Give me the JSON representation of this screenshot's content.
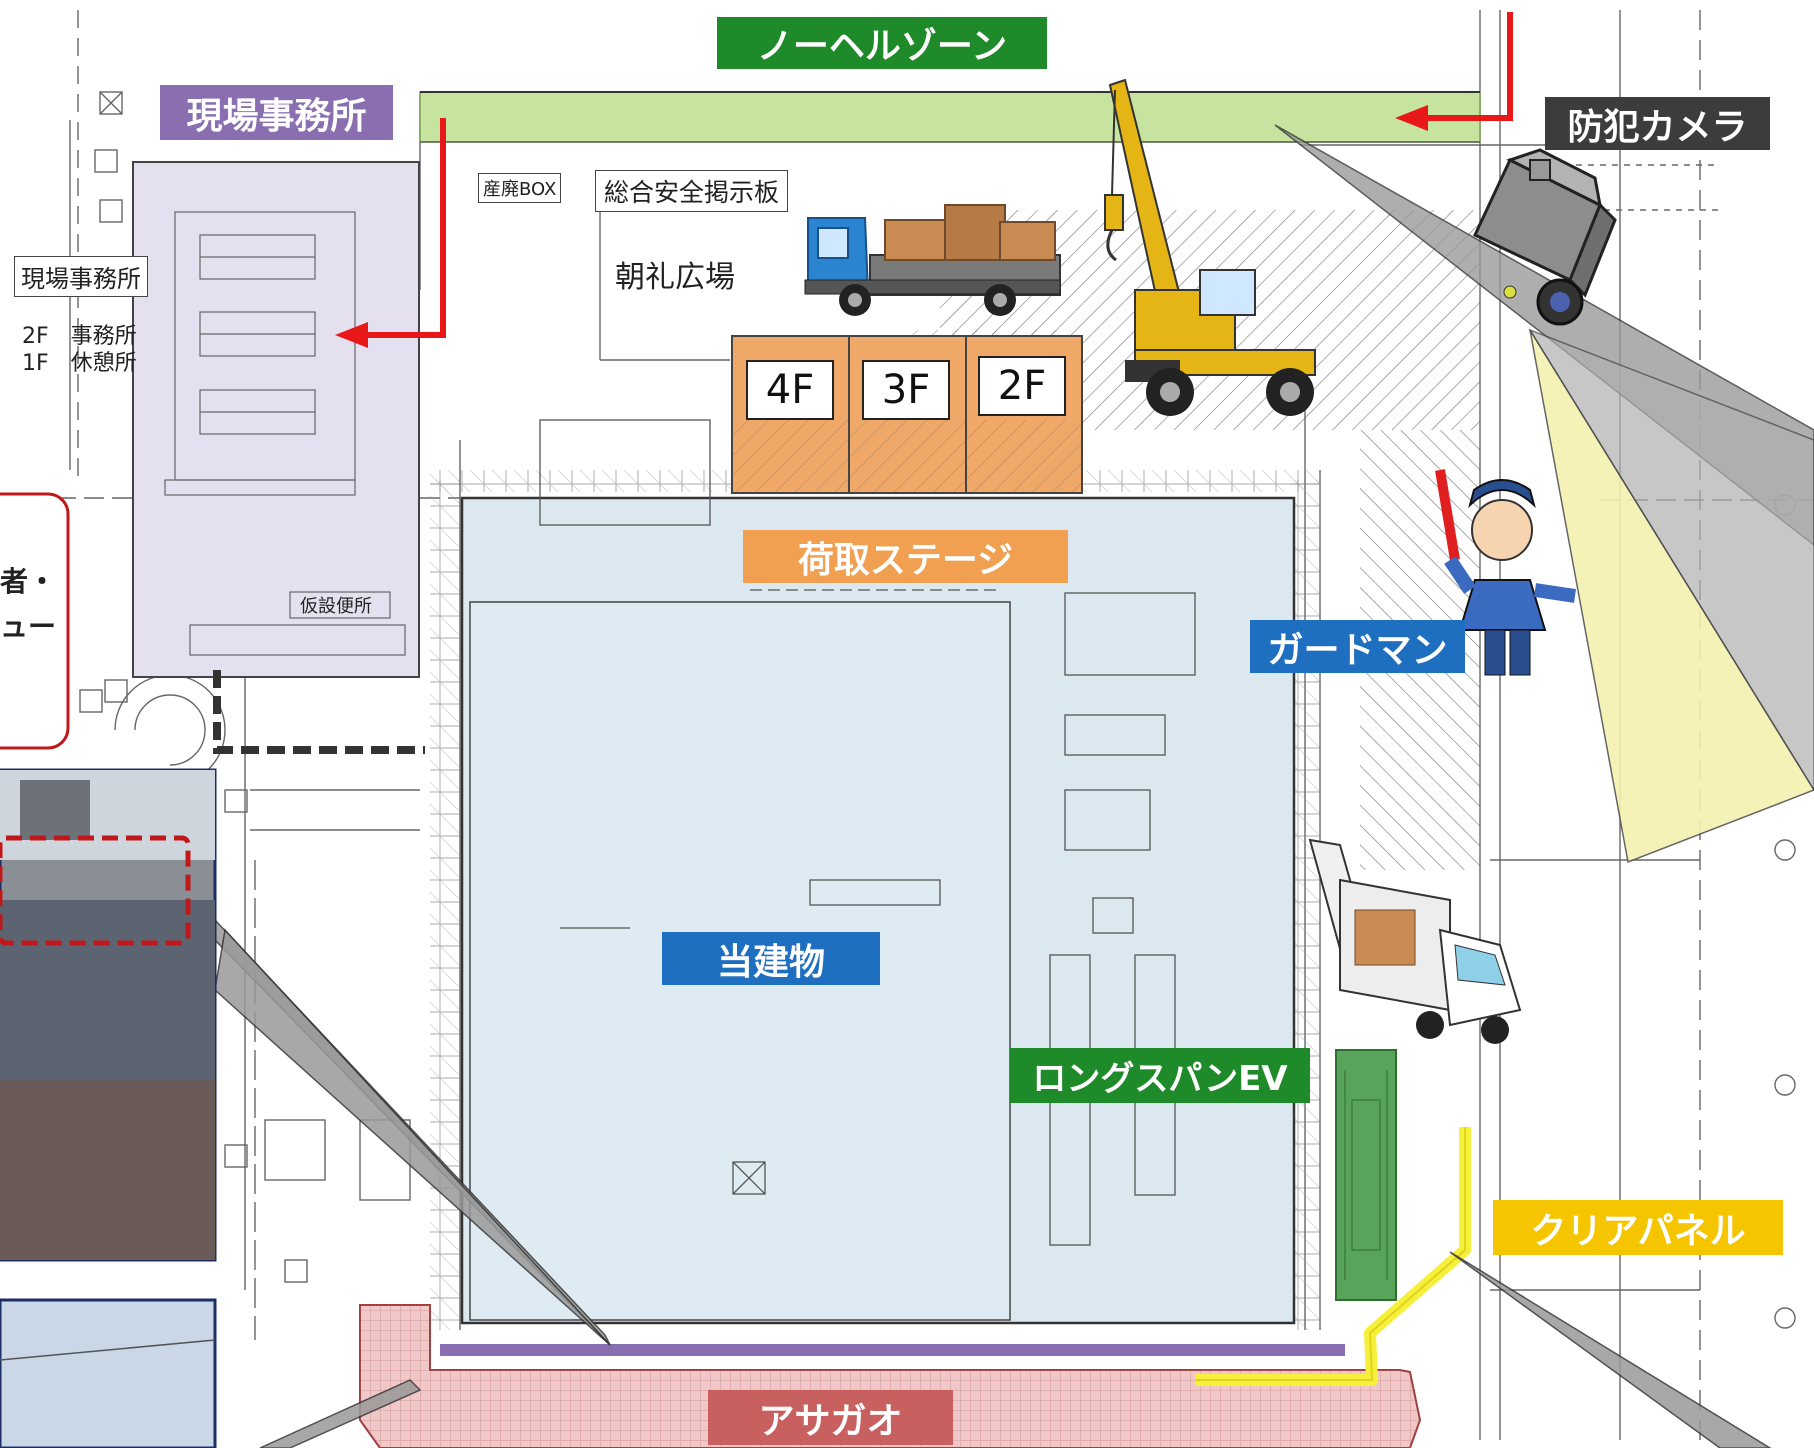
{
  "labels": {
    "no_helmet_zone": "ノーヘルゾーン",
    "site_office": "現場事務所",
    "security_camera": "防犯カメラ",
    "loading_stage": "荷取ステージ",
    "guardman": "ガードマン",
    "building": "当建物",
    "long_span_ev": "ロングスパンEV",
    "clear_panel": "クリアパネル",
    "asagao": "アサガオ"
  },
  "plan_text": {
    "site_office_small": "現場事務所",
    "office_2f": "2F　事務所",
    "office_1f": "1F　休憩所",
    "safety_board": "総合安全掲示板",
    "morning_plaza": "朝礼広場",
    "storage_box": "産廃BOX",
    "temp_toilet": "仮設便所",
    "partial_left_1": "者・",
    "partial_left_2": "ュー"
  },
  "floors": [
    "4F",
    "3F",
    "2F"
  ],
  "colors": {
    "green": "#1f8a2a",
    "purple": "#8a6fb0",
    "dark": "#3c3c3c",
    "orange": "#f0a050",
    "blue": "#1e6fc0",
    "yellow": "#f5c500",
    "asagao": "#c96060",
    "red_arrow": "#e81818"
  }
}
